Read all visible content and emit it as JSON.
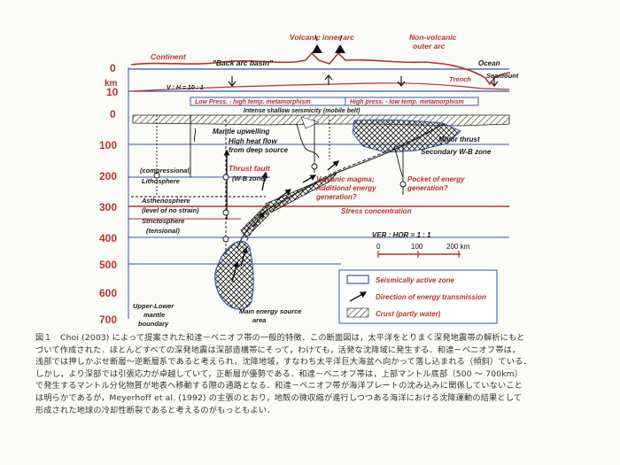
{
  "diagram": {
    "top_labels": {
      "continent": "Continent",
      "back_arc": "\"Back arc basin\"",
      "volcanic_arc": "Volcanic inner arc",
      "nonvolcanic_arc": "Non-volcanic outer arc",
      "ocean": "Ocean",
      "seamount": "Seamount",
      "trench": "Trench"
    },
    "axis": {
      "unit": "km",
      "ticks": [
        "0",
        "10",
        "0",
        "100",
        "200",
        "300",
        "400",
        "500",
        "600",
        "700"
      ],
      "vh_ratio": "V : H = 10 : 1"
    },
    "zone_labels": {
      "low_press": "Low Press. - high temp. metamorphism",
      "high_press": "High press. - low temp. metamorphism",
      "seismicity": "Intense shallow seismicity (mobile belt)",
      "mantle_upwelling": "Mantle upwelling",
      "heat_flow_1": "High heat flow",
      "heat_flow_2": "from deep source",
      "minor_thrust": "Minor thrust",
      "secondary_wb": "Secondary W-B zone",
      "thrust_fault": "Thrust fault",
      "wb_zone": "(W-B zone)",
      "compressional": "(compressional)",
      "lithosphere": "Lithosphere",
      "volcanic_magma": "Volcanic magma;",
      "additional_energy_1": "Additional energy",
      "additional_energy_2": "generation?",
      "pocket_1": "Pocket of energy",
      "pocket_2": "generation?",
      "asthenosphere": "Asthenosphere",
      "no_strain": "(level of no strain)",
      "strictosphere": "Strictosphere",
      "tensional": "(tensional)",
      "stress": "Stress concentration",
      "upper_lower_1": "Upper-Lower",
      "upper_lower_2": "mantle",
      "upper_lower_3": "boundary",
      "main_energy_1": "Main energy source",
      "main_energy_2": "area"
    },
    "scale": {
      "ratio": "VER : HOR = 1 : 1",
      "ticks": [
        "0",
        "100",
        "200 km"
      ]
    },
    "legend": {
      "seismic": "Seismically active zone",
      "energy": "Direction of energy transmission",
      "crust": "Crust (partly water)"
    }
  },
  "caption": {
    "line1": "図１　Choi (2003) によって提案された和達－ベニオフ帯の一般的特徴．この断面図は，太平洋をとりまく深発地震帯の解析にもと",
    "line2": "づいて作成された．ほとんどすべての深発地震は深部造構帯にそって，わけても，活発な沈降域に発生する．和達－ベニオフ帯は，",
    "line3": "浅部では押しかぶせ断層～逆断層系であると考えられ，沈降地域，すなわち太平洋巨大海盆へ向かって落し込まれる（傾斜）ている．",
    "line4": "しかし，より深部では引張応力が卓越していて，正断層が優勢である．和達－ベニオフ帯は，上部マントル底部（500 ～ 700km）",
    "line5": "で発生するマントル分化物質が地表へ移動する際の通路となる．和達－ベニオフ帯が海洋プレートの沈み込みに関係していないこと",
    "line6": "は明らかであるが，Meyerhoff et al. (1992) の主張のとおり，地殻の微収縮が進行しつつある海洋における沈降運動の結果として",
    "line7": "形成された地球の冷却性断裂であると考えるのがもっともよい．"
  },
  "colors": {
    "red": "#b8322a",
    "blue": "#3b55a8",
    "ink": "#1a1a1a"
  }
}
